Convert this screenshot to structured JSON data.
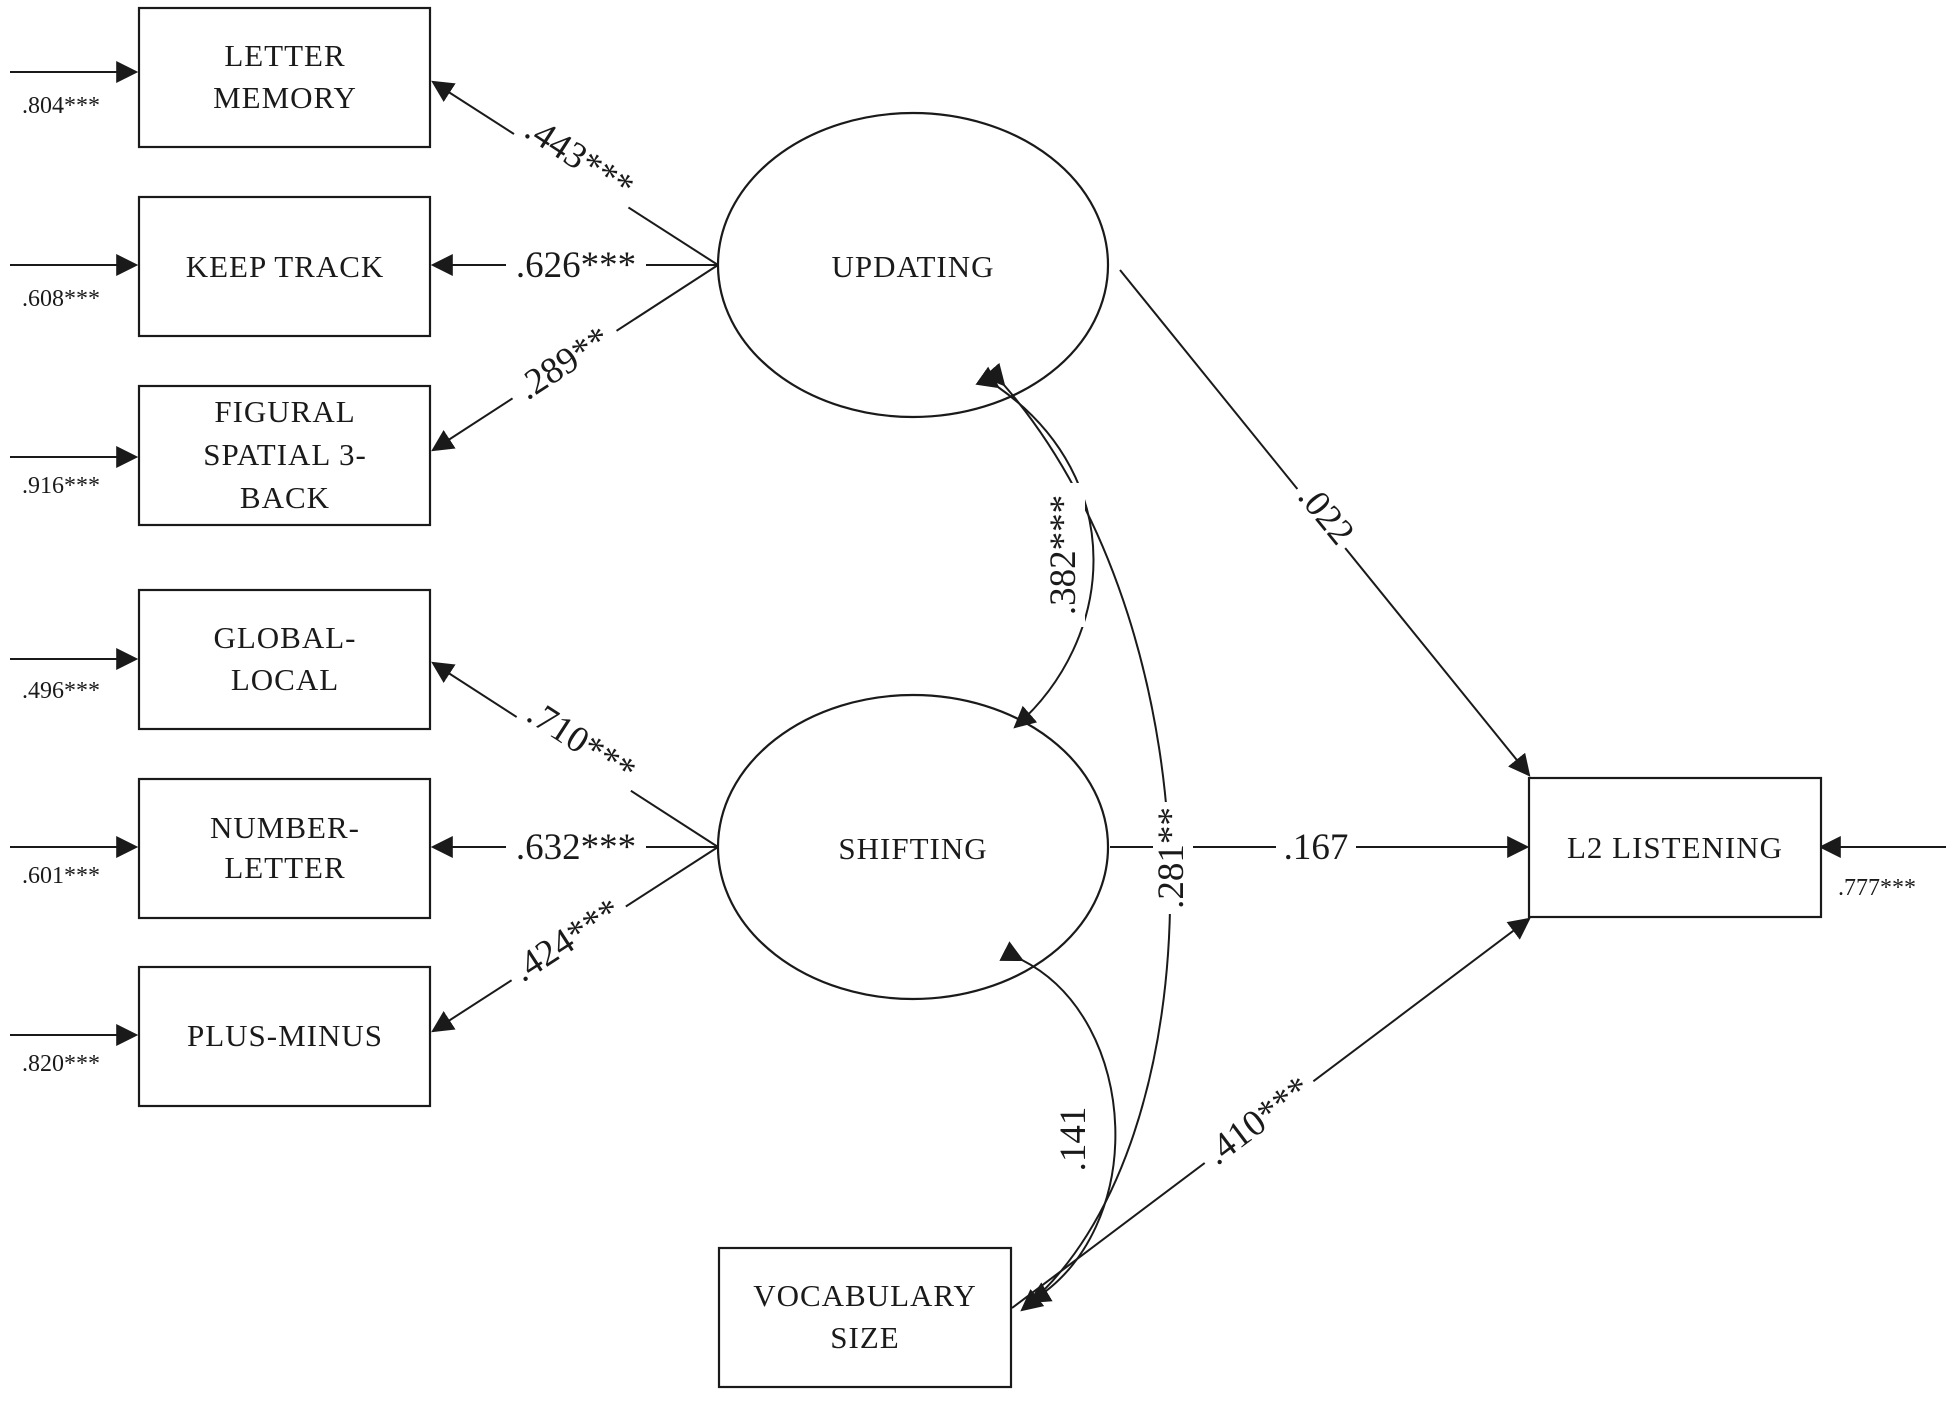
{
  "indicators": {
    "letter_memory": [
      "LETTER",
      "MEMORY"
    ],
    "keep_track": [
      "KEEP TRACK"
    ],
    "figural_spatial": [
      "FIGURAL",
      "SPATIAL 3-",
      "BACK"
    ],
    "global_local": [
      "GLOBAL-",
      "LOCAL"
    ],
    "number_letter": [
      "NUMBER-",
      "LETTER"
    ],
    "plus_minus": [
      "PLUS-MINUS"
    ]
  },
  "latents": {
    "updating": "UPDATING",
    "shifting": "SHIFTING"
  },
  "observed": {
    "vocabulary": [
      "VOCABULARY",
      "SIZE"
    ],
    "l2_listening": "L2 LISTENING"
  },
  "error_terms": {
    "letter_memory": ".804***",
    "keep_track": ".608***",
    "figural_spatial": ".916***",
    "global_local": ".496***",
    "number_letter": ".601***",
    "plus_minus": ".820***",
    "l2_listening": ".777***"
  },
  "loadings": {
    "letter_memory": ".443***",
    "keep_track": ".626***",
    "figural_spatial": ".289**",
    "global_local": ".710***",
    "number_letter": ".632***",
    "plus_minus": ".424***"
  },
  "paths": {
    "updating_l2": ".022",
    "shifting_l2": ".167",
    "vocab_l2": ".410***"
  },
  "correlations": {
    "updating_shifting": ".382***",
    "updating_vocab": ".281**",
    "shifting_vocab": ".141"
  }
}
